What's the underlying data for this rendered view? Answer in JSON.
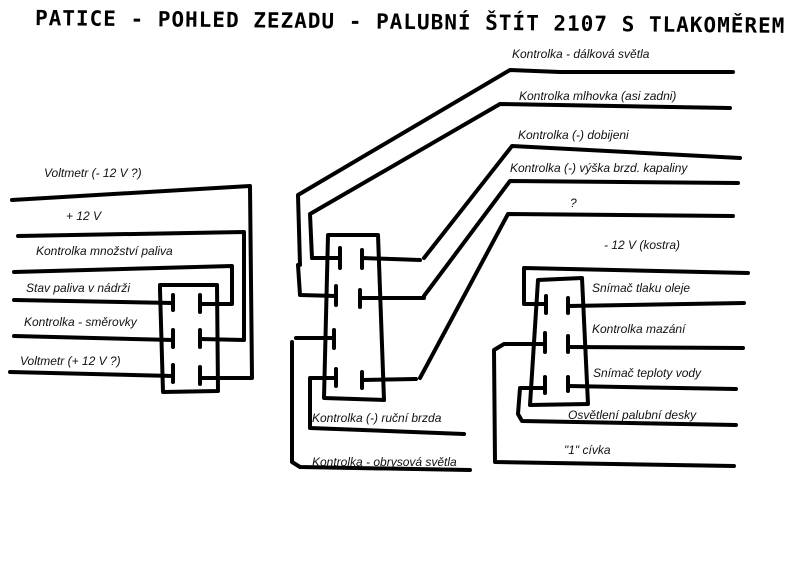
{
  "title": "PATICE - POHLED ZEZADU - PALUBNÍ ŠTÍT 2107 S TLAKOMĚREM",
  "connectors": {
    "left": {
      "labels": [
        "Voltmetr (- 12 V ?)",
        "+ 12 V",
        "Kontrolka množství paliva",
        "Stav paliva v nádrži",
        "Kontrolka - směrovky",
        "Voltmetr (+ 12 V ?)"
      ]
    },
    "middle": {
      "labels": [
        "Kontrolka - dálková světla",
        "Kontrolka mlhovka (asi zadni)",
        "Kontrolka (-) dobijeni",
        "Kontrolka (-) výška brzd. kapaliny",
        "?",
        "Kontrolka (-) ruční brzda",
        "Kontrolka - obrysová světla"
      ]
    },
    "right": {
      "labels": [
        "- 12 V (kostra)",
        "Snímač tlaku oleje",
        "Kontrolka mazání",
        "Snímač teploty vody",
        "Osvětlení palubní desky",
        "\"1\" cívka"
      ]
    }
  }
}
